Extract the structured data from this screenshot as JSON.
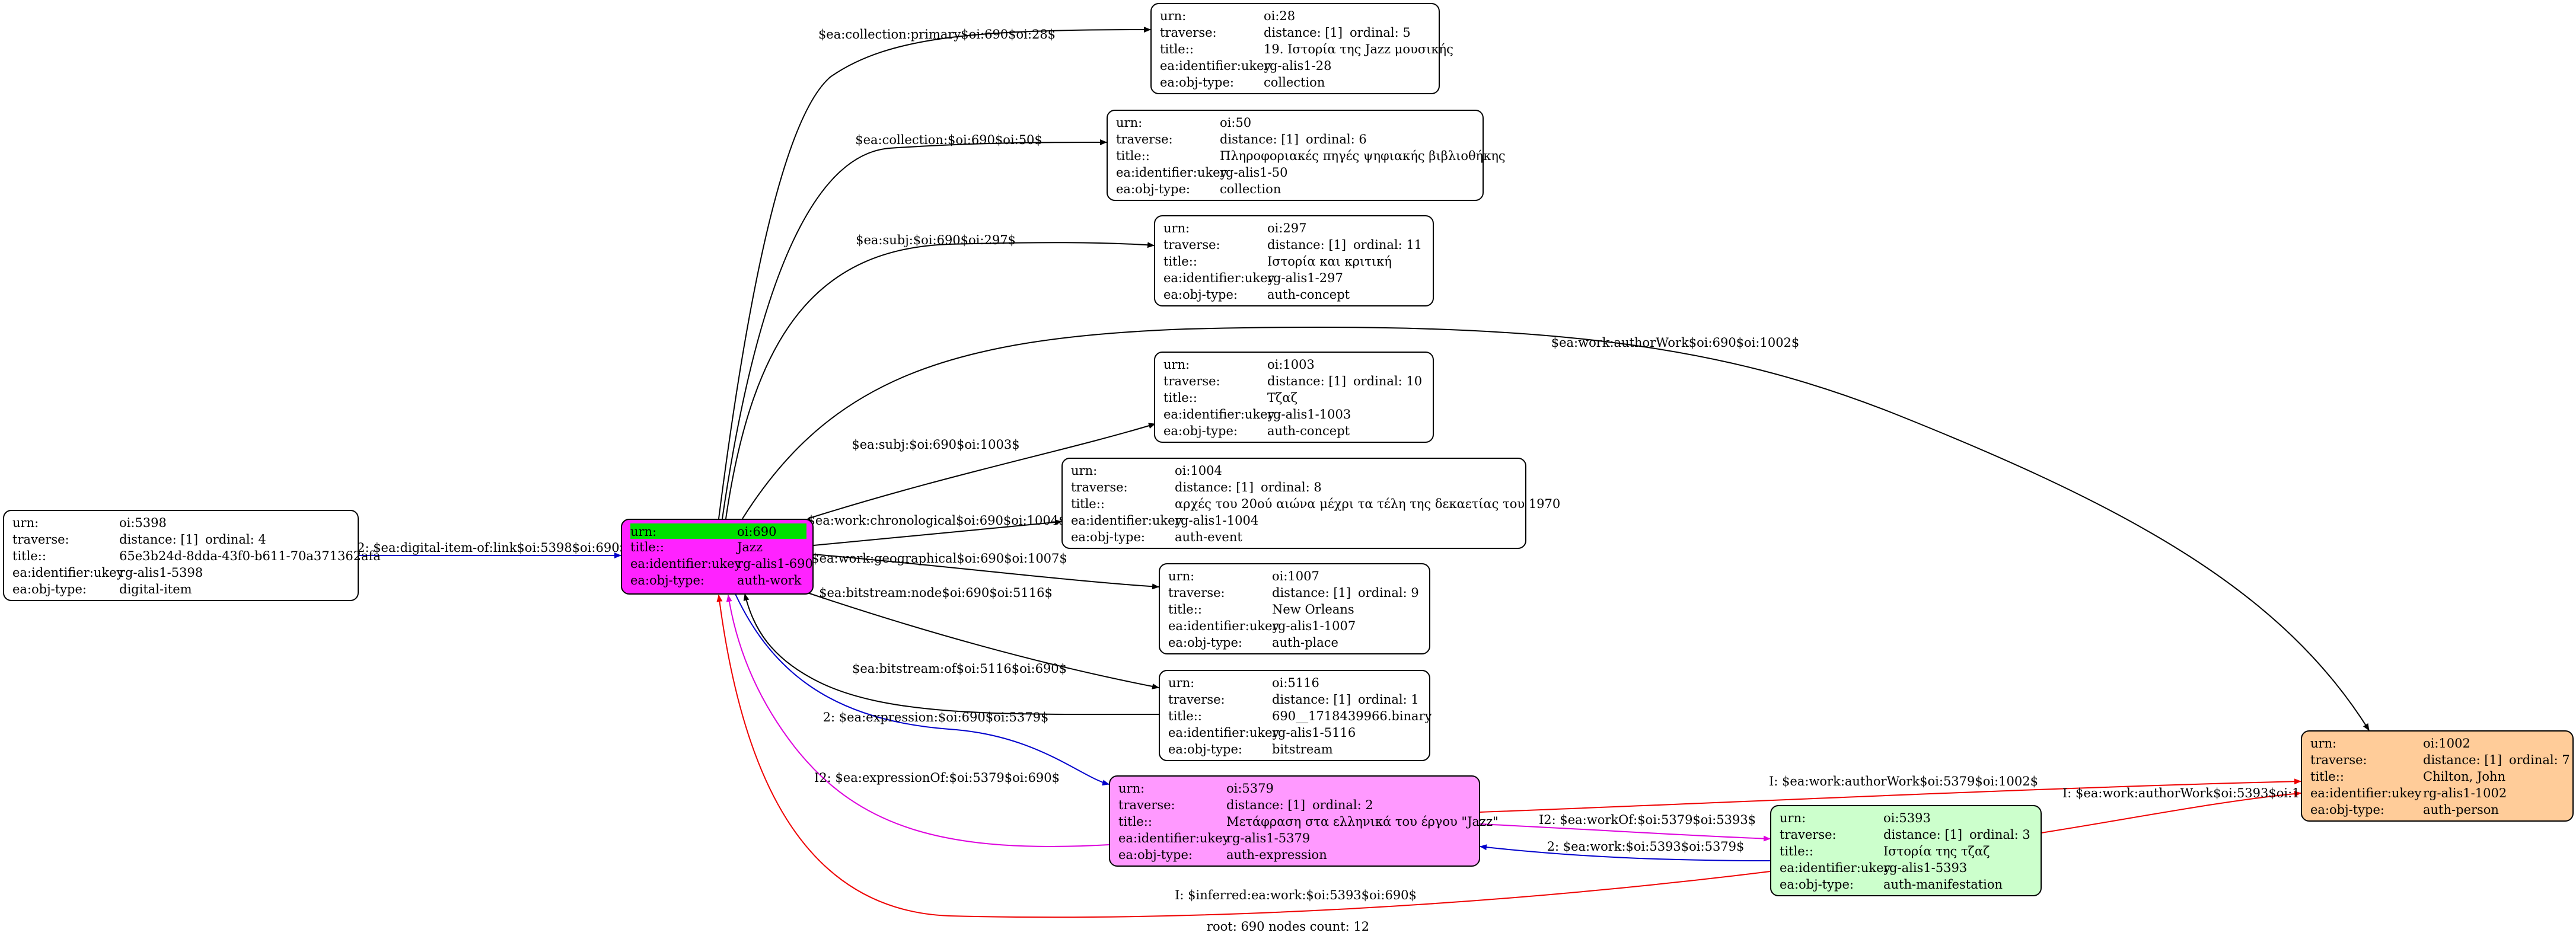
{
  "footer": "root: 690 nodes count: 12",
  "colors": {
    "black": "#000000",
    "blue": "#0000cc",
    "magenta": "#dd00dd",
    "red": "#ee0000",
    "root_fill": "#ff22ff",
    "root_urn_fill": "#00e000",
    "expr_fill": "#ff99ff",
    "manif_fill": "#ccffcc",
    "person_fill": "#ffcc99",
    "default_fill": "#ffffff"
  },
  "nodes": [
    {
      "id": "n5398",
      "fill": "#ffffff",
      "urn": "oi:5398",
      "distance": "distance: [1]",
      "ordinal": "ordinal: 4",
      "title": "65e3b24d-8dda-43f0-b611-70a371362afa",
      "ukey": "rg-alis1-5398",
      "objtype": "digital-item"
    },
    {
      "id": "n690",
      "fill": "#ff22ff",
      "root": true,
      "urn": "oi:690",
      "title": "Jazz",
      "ukey": "rg-alis1-690",
      "objtype": "auth-work"
    },
    {
      "id": "n28",
      "fill": "#ffffff",
      "urn": "oi:28",
      "distance": "distance: [1]",
      "ordinal": "ordinal: 5",
      "title": "19. Ιστορία της Jazz μουσικής",
      "ukey": "rg-alis1-28",
      "objtype": "collection"
    },
    {
      "id": "n50",
      "fill": "#ffffff",
      "urn": "oi:50",
      "distance": "distance: [1]",
      "ordinal": "ordinal: 6",
      "title": "Πληροφοριακές πηγές ψηφιακής βιβλιοθήκης",
      "ukey": "rg-alis1-50",
      "objtype": "collection"
    },
    {
      "id": "n297",
      "fill": "#ffffff",
      "urn": "oi:297",
      "distance": "distance: [1]",
      "ordinal": "ordinal: 11",
      "title": "Ιστορία και κριτική",
      "ukey": "rg-alis1-297",
      "objtype": "auth-concept"
    },
    {
      "id": "n1003",
      "fill": "#ffffff",
      "urn": "oi:1003",
      "distance": "distance: [1]",
      "ordinal": "ordinal: 10",
      "title": "Τζαζ",
      "ukey": "rg-alis1-1003",
      "objtype": "auth-concept"
    },
    {
      "id": "n1004",
      "fill": "#ffffff",
      "urn": "oi:1004",
      "distance": "distance: [1]",
      "ordinal": "ordinal: 8",
      "title": "αρχές του 20ού αιώνα μέχρι τα τέλη της δεκαετίας του 1970",
      "ukey": "rg-alis1-1004",
      "objtype": "auth-event"
    },
    {
      "id": "n1007",
      "fill": "#ffffff",
      "urn": "oi:1007",
      "distance": "distance: [1]",
      "ordinal": "ordinal: 9",
      "title": "New Orleans",
      "ukey": "rg-alis1-1007",
      "objtype": "auth-place"
    },
    {
      "id": "n5116",
      "fill": "#ffffff",
      "urn": "oi:5116",
      "distance": "distance: [1]",
      "ordinal": "ordinal: 1",
      "title": "690__1718439966.binary",
      "ukey": "rg-alis1-5116",
      "objtype": "bitstream"
    },
    {
      "id": "n5379",
      "fill": "#ff99ff",
      "urn": "oi:5379",
      "distance": "distance: [1]",
      "ordinal": "ordinal: 2",
      "title": "Μετάφραση στα ελληνικά  του έργου \"Jazz\"",
      "ukey": "rg-alis1-5379",
      "objtype": "auth-expression"
    },
    {
      "id": "n5393",
      "fill": "#ccffcc",
      "urn": "oi:5393",
      "distance": "distance: [1]",
      "ordinal": "ordinal: 3",
      "title": "Ιστορία της τζαζ",
      "ukey": "rg-alis1-5393",
      "objtype": "auth-manifestation"
    },
    {
      "id": "n1002",
      "fill": "#ffcc99",
      "urn": "oi:1002",
      "distance": "distance: [1]",
      "ordinal": "ordinal: 7",
      "title": "Chilton, John",
      "ukey": "rg-alis1-1002",
      "objtype": "auth-person"
    }
  ],
  "keys": {
    "urn": "urn:",
    "traverse": "traverse:",
    "title": "title::",
    "ukey": "ea:identifier:ukey",
    "objtype": "ea:obj-type:"
  },
  "edges": [
    {
      "id": "e1",
      "label": "2: $ea:digital-item-of:link$oi:5398$oi:690$",
      "color": "#0000cc"
    },
    {
      "id": "e2",
      "label": "$ea:collection:primary$oi:690$oi:28$",
      "color": "#000000"
    },
    {
      "id": "e3",
      "label": "$ea:collection:$oi:690$oi:50$",
      "color": "#000000"
    },
    {
      "id": "e4",
      "label": "$ea:subj:$oi:690$oi:297$",
      "color": "#000000"
    },
    {
      "id": "e5",
      "label": "$ea:work:authorWork$oi:690$oi:1002$",
      "color": "#000000"
    },
    {
      "id": "e6",
      "label": "$ea:subj:$oi:690$oi:1003$",
      "color": "#000000"
    },
    {
      "id": "e7",
      "label": "$ea:work:chronological$oi:690$oi:1004$",
      "color": "#000000"
    },
    {
      "id": "e8",
      "label": "$ea:work:geographical$oi:690$oi:1007$",
      "color": "#000000"
    },
    {
      "id": "e9",
      "label": "$ea:bitstream:node$oi:690$oi:5116$",
      "color": "#000000"
    },
    {
      "id": "e10",
      "label": "$ea:bitstream:of$oi:5116$oi:690$",
      "color": "#000000"
    },
    {
      "id": "e11",
      "label": "2: $ea:expression:$oi:690$oi:5379$",
      "color": "#0000cc"
    },
    {
      "id": "e12",
      "label": "I2: $ea:expressionOf:$oi:5379$oi:690$",
      "color": "#dd00dd"
    },
    {
      "id": "e13",
      "label": "I: $ea:work:authorWork$oi:5379$oi:1002$",
      "color": "#ee0000"
    },
    {
      "id": "e14",
      "label": "I2: $ea:workOf:$oi:5379$oi:5393$",
      "color": "#dd00dd"
    },
    {
      "id": "e15",
      "label": "2: $ea:work:$oi:5393$oi:5379$",
      "color": "#0000cc"
    },
    {
      "id": "e16",
      "label": "I: $ea:work:authorWork$oi:5393$oi:1002$",
      "color": "#ee0000"
    },
    {
      "id": "e17",
      "label": "I: $inferred:ea:work:$oi:5393$oi:690$",
      "color": "#ee0000"
    }
  ]
}
